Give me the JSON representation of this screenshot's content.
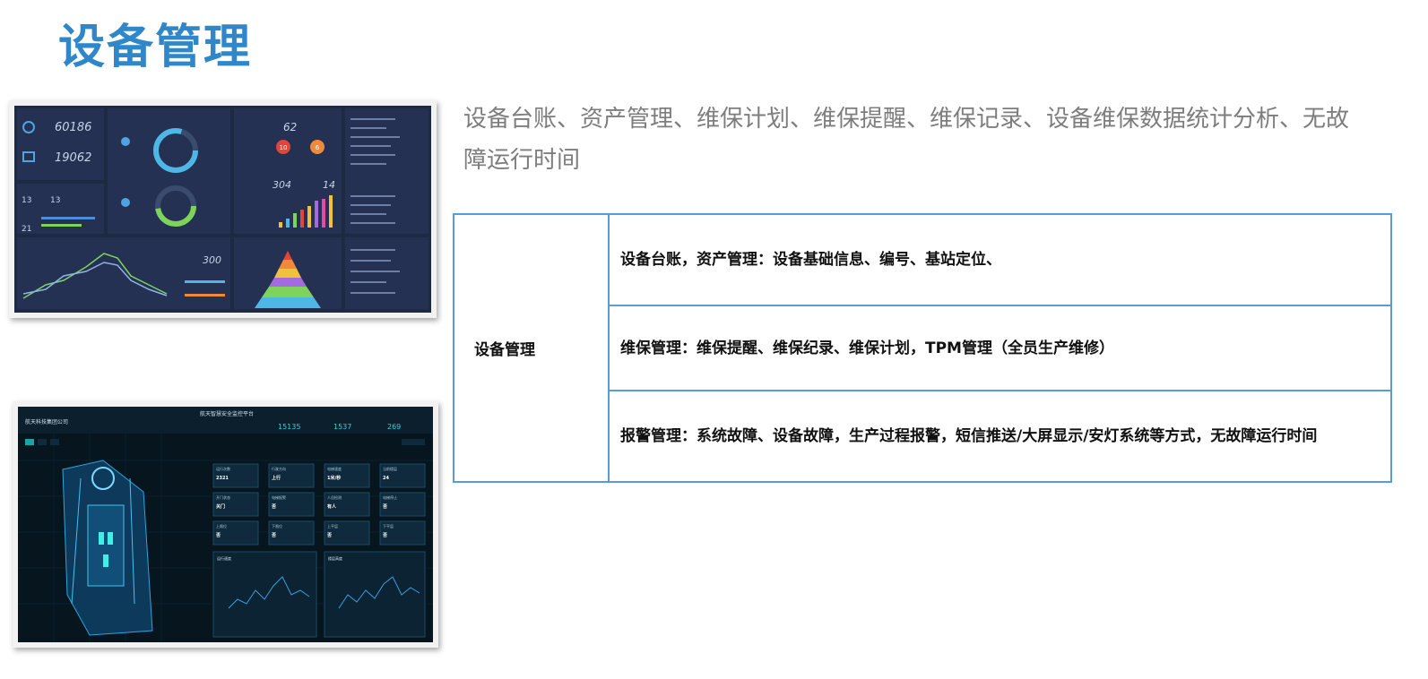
{
  "page": {
    "title": "设备管理"
  },
  "description": "设备台账、资产管理、维保计划、维保提醒、维保记录、设备维保数据统计分析、无故障运行时间",
  "table": {
    "category": "设备管理",
    "rows": [
      "设备台账，资产管理：设备基础信息、编号、基站定位、",
      "维保管理：维保提醒、维保纪录、维保计划，TPM管理（全员生产维修）",
      "报警管理：系统故障、设备故障，生产过程报警，短信推送/大屏显示/安灯系统等方式，无故障运行时间"
    ]
  },
  "dashboard1": {
    "numbers": [
      "60186",
      "19062",
      "62",
      "304",
      "14",
      "300"
    ],
    "badges": [
      "10",
      "6"
    ],
    "small_counts": [
      "13",
      "13",
      "21"
    ]
  },
  "dashboard2": {
    "platform_title": "航天智慧安全监控平台",
    "company": "航天科技集团公司",
    "stats": [
      "15135",
      "1537",
      "269"
    ],
    "tiles": [
      {
        "label": "运行次数",
        "value": "2321"
      },
      {
        "label": "行驶方向",
        "value": "上行"
      },
      {
        "label": "电梯速度",
        "value": "1米/秒"
      },
      {
        "label": "当前楼层",
        "value": "24"
      },
      {
        "label": "开门状态",
        "value": "关门"
      },
      {
        "label": "电梯报警",
        "value": "否"
      },
      {
        "label": "人员检测",
        "value": "有人"
      },
      {
        "label": "电梯停止",
        "value": "否"
      },
      {
        "label": "上限位",
        "value": "否"
      },
      {
        "label": "下限位",
        "value": "否"
      },
      {
        "label": "上平层",
        "value": "否"
      },
      {
        "label": "下平层",
        "value": "否"
      }
    ],
    "charts": [
      "运行速度",
      "楼层高度"
    ]
  },
  "colors": {
    "accent": "#2f86c8",
    "table_border": "#5b9bd5",
    "desc_text": "#7d7d7d"
  }
}
